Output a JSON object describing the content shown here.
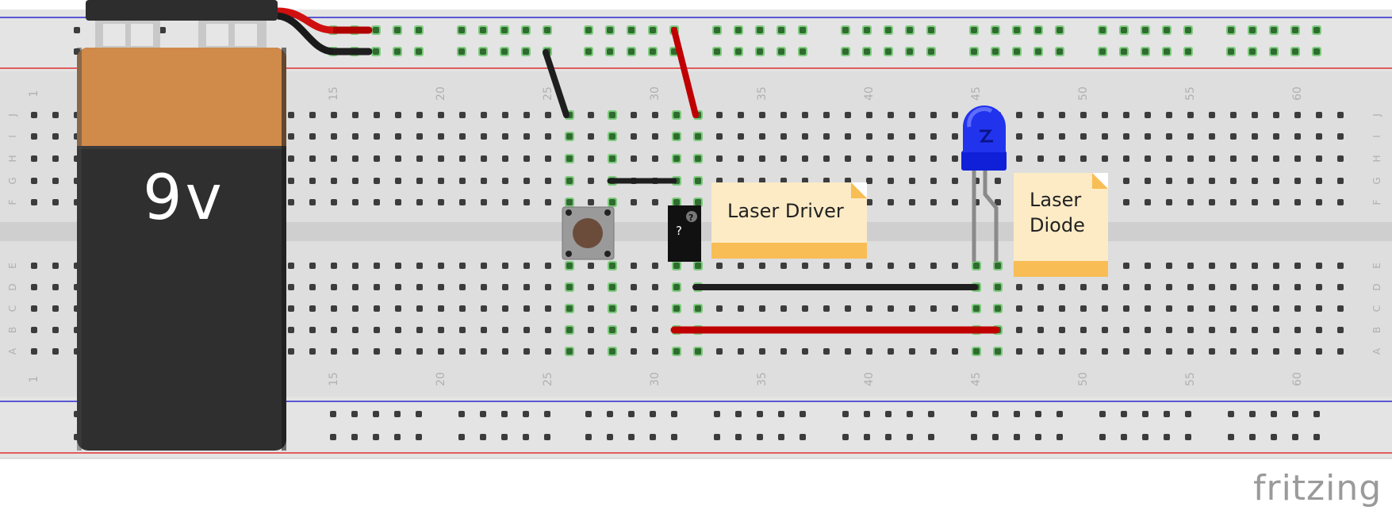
{
  "battery": {
    "label": "9v"
  },
  "notes": [
    {
      "id": "laser-driver",
      "text": "Laser Driver"
    },
    {
      "id": "laser-diode",
      "text": "Laser\nDiode"
    }
  ],
  "ic_mark": "?",
  "watermark": "fritzing",
  "row_labels": [
    "J",
    "I",
    "H",
    "G",
    "F",
    "E",
    "D",
    "C",
    "B",
    "A"
  ],
  "column_numbers": [
    "1",
    "15",
    "20",
    "25",
    "30",
    "35",
    "40",
    "45",
    "50",
    "55",
    "60"
  ],
  "colors": {
    "board": "#dcdcdc",
    "hole": "#3c3c3c",
    "hole_active": "#5cc15c",
    "wire_red": "#c00000",
    "wire_black": "#1e1e1e",
    "rail_red": "#e03030",
    "rail_blue": "#2a2ad0",
    "led_blue": "#2233ee",
    "note_bg": "#fdebc6",
    "note_bar": "#f8bd54"
  }
}
